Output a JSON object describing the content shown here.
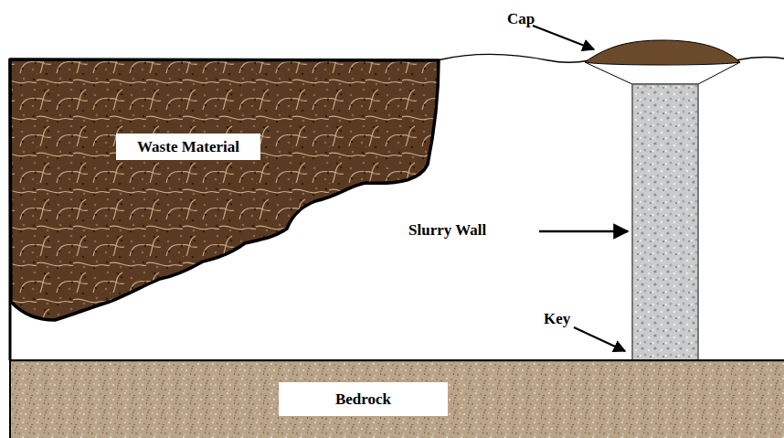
{
  "diagram": {
    "nodes": [
      {
        "text": [
          "Waste Material"
        ]
      },
      {
        "text": [
          "Bedrock"
        ]
      }
    ],
    "labels": [
      "Cap",
      "Slurry Wall",
      "Key"
    ]
  }
}
